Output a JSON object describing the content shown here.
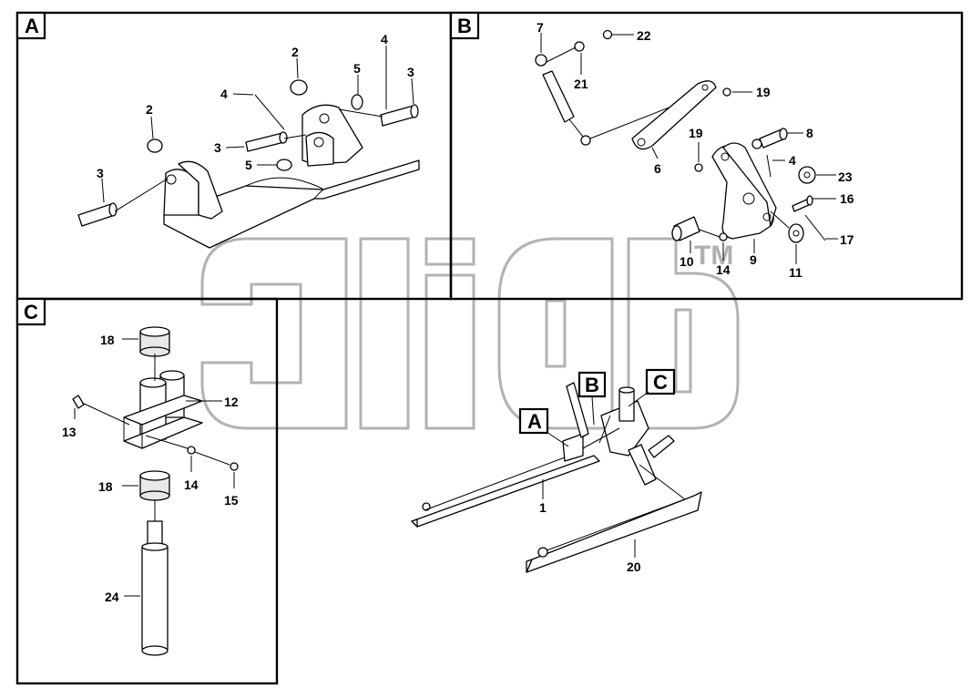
{
  "panels": {
    "a": {
      "label": "A"
    },
    "b": {
      "label": "B"
    },
    "c": {
      "label": "C"
    }
  },
  "overview_tags": {
    "a": "A",
    "b": "B",
    "c": "C"
  },
  "watermark": {
    "mark": "TM"
  },
  "callouts": {
    "a": [
      "2",
      "4",
      "5",
      "4",
      "3",
      "2",
      "3",
      "5",
      "3"
    ],
    "b": [
      "7",
      "22",
      "21",
      "19",
      "19",
      "8",
      "4",
      "6",
      "23",
      "16",
      "17",
      "10",
      "14",
      "9",
      "11"
    ],
    "c": [
      "18",
      "12",
      "13",
      "18",
      "14",
      "15",
      "24"
    ],
    "overview": [
      "1",
      "20"
    ]
  }
}
